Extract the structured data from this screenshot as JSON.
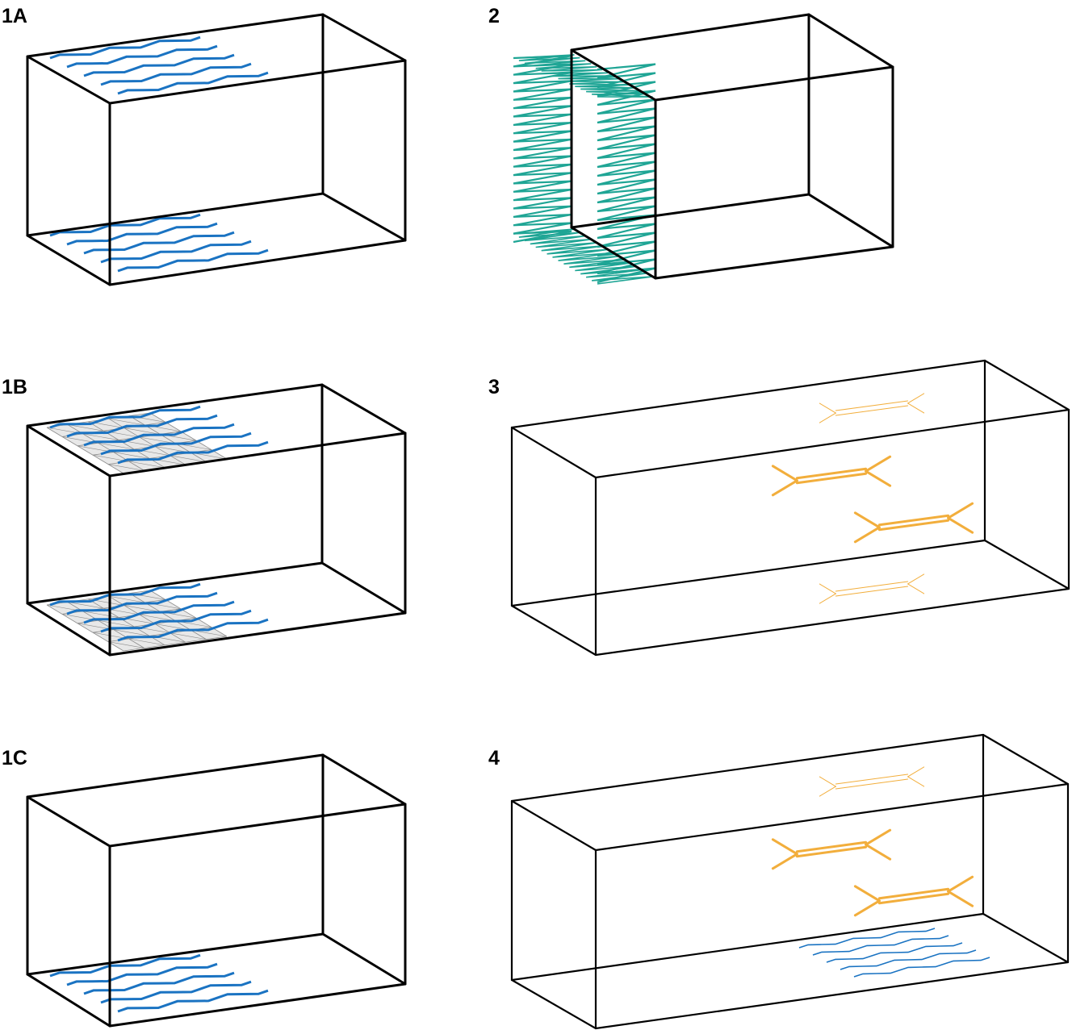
{
  "colors": {
    "edge": "#000000",
    "blue_pattern": "#1a73c2",
    "teal_pattern": "#1fa595",
    "orange_pattern": "#f2ae3c",
    "grid": "#8c8c8c",
    "grid_fill": "#e8e8e8"
  },
  "panels": [
    {
      "id": "1A",
      "label": "1A"
    },
    {
      "id": "2",
      "label": "2"
    },
    {
      "id": "1B",
      "label": "1B"
    },
    {
      "id": "3",
      "label": "3"
    },
    {
      "id": "1C",
      "label": "1C"
    },
    {
      "id": "4",
      "label": "4"
    }
  ]
}
